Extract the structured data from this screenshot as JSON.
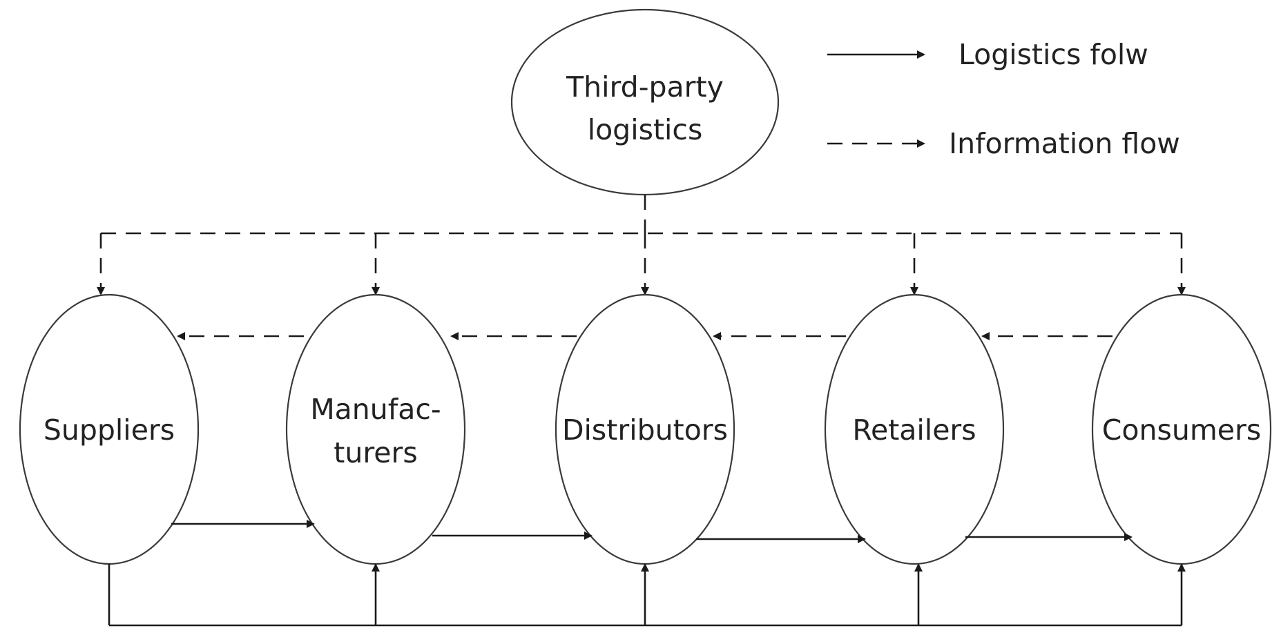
{
  "legend": {
    "logistics_label": "Logistics folw",
    "information_label": "Information flow"
  },
  "top_node": {
    "line1": "Third-party",
    "line2": "logistics"
  },
  "nodes": [
    {
      "id": "suppliers",
      "lines": [
        "Suppliers"
      ]
    },
    {
      "id": "manufacturers",
      "lines": [
        "Manufac-",
        "turers"
      ]
    },
    {
      "id": "distributors",
      "lines": [
        "Distributors"
      ]
    },
    {
      "id": "retailers",
      "lines": [
        "Retailers"
      ]
    },
    {
      "id": "consumers",
      "lines": [
        "Consumers"
      ]
    }
  ],
  "edges": {
    "information": [
      {
        "from": "Third-party logistics",
        "to": "Suppliers"
      },
      {
        "from": "Third-party logistics",
        "to": "Manufac-turers"
      },
      {
        "from": "Third-party logistics",
        "to": "Distributors"
      },
      {
        "from": "Third-party logistics",
        "to": "Retailers"
      },
      {
        "from": "Third-party logistics",
        "to": "Consumers"
      },
      {
        "from": "Manufac-turers",
        "to": "Suppliers"
      },
      {
        "from": "Distributors",
        "to": "Manufac-turers"
      },
      {
        "from": "Retailers",
        "to": "Distributors"
      },
      {
        "from": "Consumers",
        "to": "Retailers"
      }
    ],
    "logistics": [
      {
        "from": "Suppliers",
        "to": "Manufac-turers"
      },
      {
        "from": "Manufac-turers",
        "to": "Distributors"
      },
      {
        "from": "Distributors",
        "to": "Retailers"
      },
      {
        "from": "Retailers",
        "to": "Consumers"
      },
      {
        "from": "Suppliers",
        "to": "Manufac-turers"
      },
      {
        "from": "Suppliers",
        "to": "Distributors"
      },
      {
        "from": "Suppliers",
        "to": "Retailers"
      },
      {
        "from": "Suppliers",
        "to": "Consumers"
      }
    ]
  },
  "colors": {
    "stroke": "#1a1a1a",
    "text": "#222222",
    "background": "#ffffff"
  }
}
